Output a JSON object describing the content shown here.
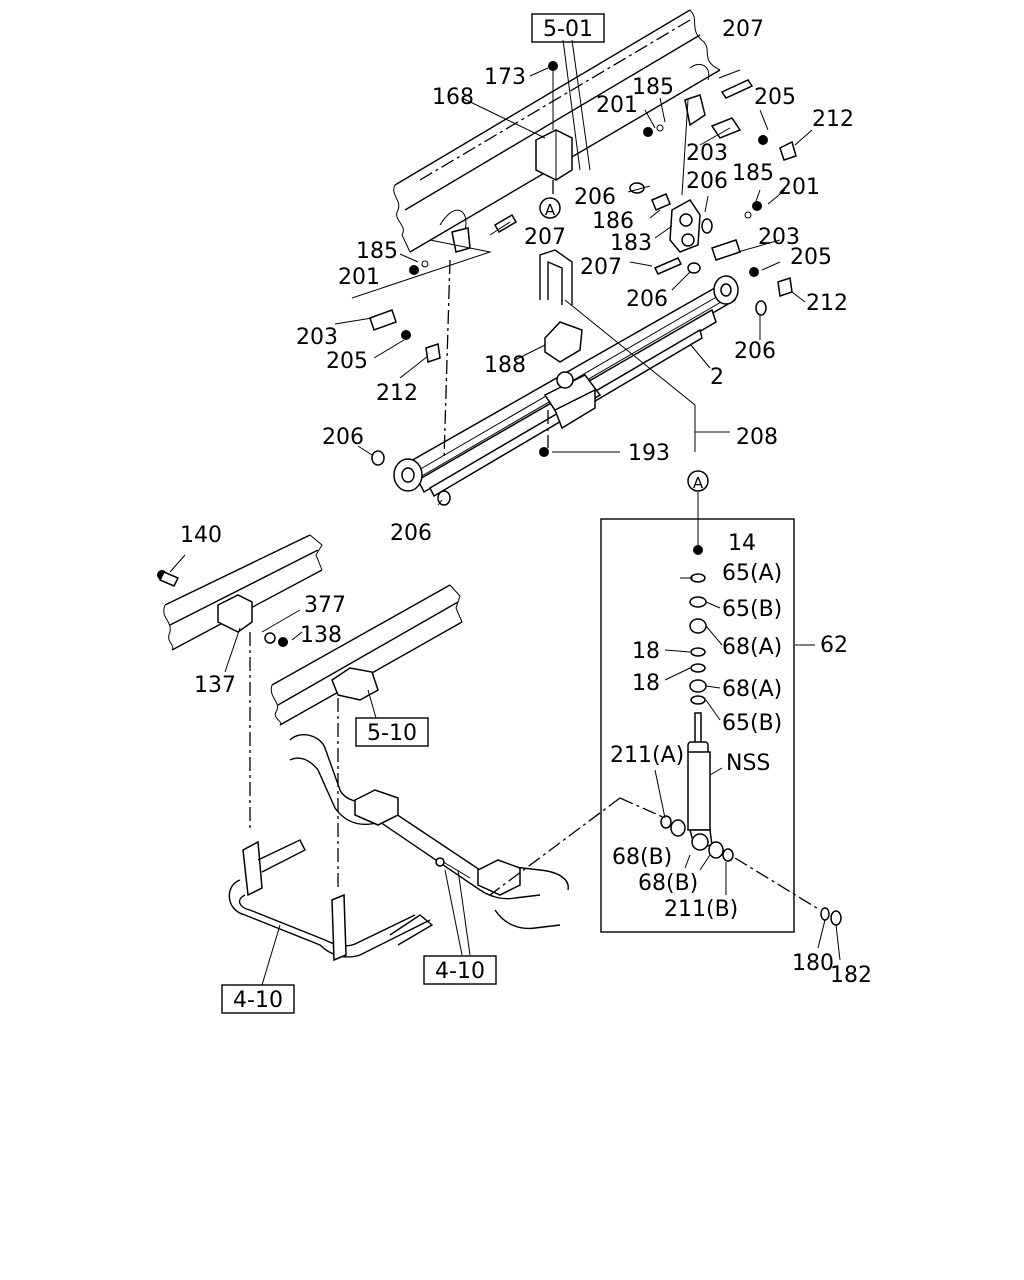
{
  "labels": {
    "n173": "173",
    "n168": "168",
    "n207a": "207",
    "n185a": "185",
    "n201a": "201",
    "n205a": "205",
    "n212a": "212",
    "n203a": "203",
    "n206a": "206",
    "n185b": "185",
    "n201b": "201",
    "n186": "186",
    "n206b": "206",
    "n183": "183",
    "n203b": "203",
    "n207b": "207",
    "n205b": "205",
    "n206c": "206",
    "n212b": "212",
    "n206d": "206",
    "n207c": "207",
    "n185c": "185",
    "n201c": "201",
    "n203c": "203",
    "n205c": "205",
    "n212c": "212",
    "n188": "188",
    "n2": "2",
    "n206e": "206",
    "n208": "208",
    "n193": "193",
    "n206f": "206",
    "n140": "140",
    "n377": "377",
    "n138": "138",
    "n137": "137",
    "n14": "14",
    "n65a": "65(A)",
    "n65b1": "65(B)",
    "n68a1": "68(A)",
    "n62": "62",
    "n18a": "18",
    "n18b": "18",
    "n68a2": "68(A)",
    "n65b2": "65(B)",
    "n211a": "211(A)",
    "nNSS": "NSS",
    "n68b1": "68(B)",
    "n68b2": "68(B)",
    "n211b": "211(B)",
    "n180": "180",
    "n182": "182"
  },
  "refs": {
    "r501": "5-01",
    "r510": "5-10",
    "r410a": "4-10",
    "r410b": "4-10"
  },
  "callouts": {
    "a_top": "A",
    "a_box": "A"
  }
}
